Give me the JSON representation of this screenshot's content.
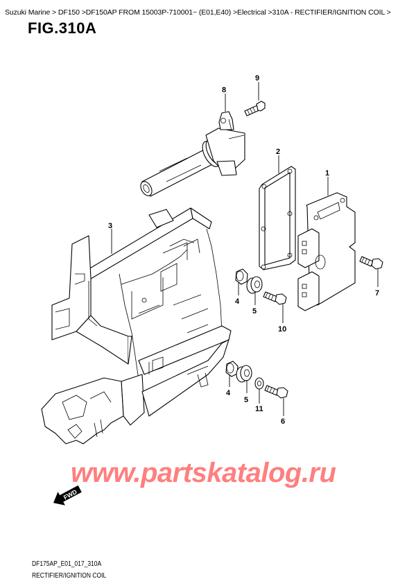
{
  "breadcrumb": {
    "items": [
      "Suzuki Marine",
      "DF150",
      "DF150AP FROM 15003P-710001~ (E01,E40)",
      "Electrical",
      "310A - RECTIFIER/IGNITION COIL"
    ],
    "text": "Suzuki Marine > DF150 >DF150AP FROM 15003P-710001~ (E01,E40) >Electrical >310A - RECTIFIER/IGNITION COIL >"
  },
  "figure": {
    "title": "FIG.310A",
    "code": "DF175AP_E01_017_310A",
    "name": "RECTIFIER/IGNITION COIL"
  },
  "callouts": [
    {
      "number": "1",
      "part": "rectifier"
    },
    {
      "number": "2",
      "part": "gasket"
    },
    {
      "number": "3",
      "part": "bracket"
    },
    {
      "number": "4",
      "part": "collar"
    },
    {
      "number": "5",
      "part": "grommet"
    },
    {
      "number": "6",
      "part": "bolt"
    },
    {
      "number": "7",
      "part": "bolt"
    },
    {
      "number": "8",
      "part": "ignition-coil"
    },
    {
      "number": "9",
      "part": "bolt"
    },
    {
      "number": "10",
      "part": "bolt"
    },
    {
      "number": "11",
      "part": "washer"
    }
  ],
  "labels": {
    "c1": "1",
    "c2": "2",
    "c3": "3",
    "c4a": "4",
    "c4b": "4",
    "c5a": "5",
    "c5b": "5",
    "c6": "6",
    "c7": "7",
    "c8": "8",
    "c9": "9",
    "c10": "10",
    "c11": "11"
  },
  "fwd_label": "FWD",
  "watermark": "www.partskatalog.ru",
  "colors": {
    "watermark": "#ff7f7f",
    "line": "#000000",
    "background": "#ffffff"
  }
}
